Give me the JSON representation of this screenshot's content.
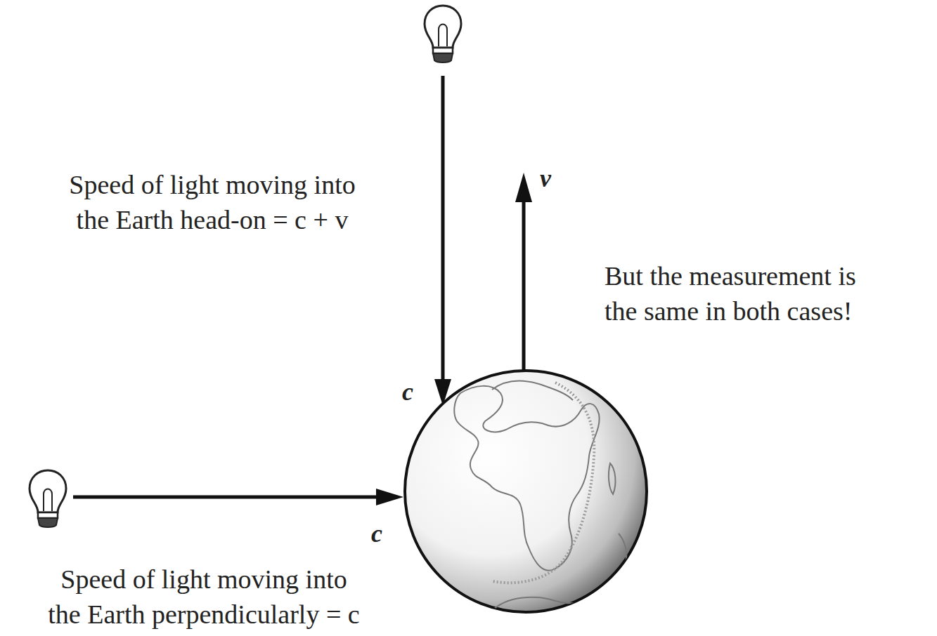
{
  "diagram": {
    "labels": [
      "Speed of light moving into the Earth head-on = c + v",
      "c",
      "v",
      "But the measurement is the same in both cases!",
      "c",
      "Speed of light moving into the Earth perpendicularly = c"
    ]
  }
}
